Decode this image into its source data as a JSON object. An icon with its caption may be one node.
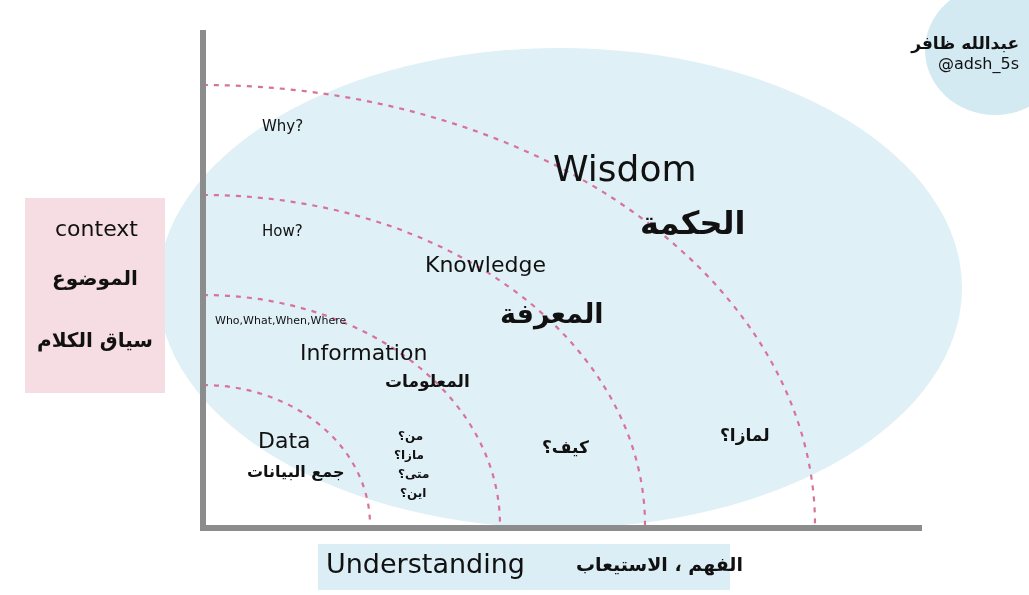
{
  "diagram": {
    "nodes": [
      {
        "text": [
          "context",
          "الموضوع",
          "سياق الكلام"
        ]
      },
      {
        "text": [
          "الفهم ، الاستيعاب",
          "Understanding"
        ]
      },
      {
        "text": [
          "عبدالله ظافر",
          "@adsh_5s"
        ]
      }
    ],
    "labels": [
      "Why?",
      "Wisdom",
      "الحكمة",
      "How?",
      "Knowledge",
      "المعرفة",
      "Who,What,When,Where",
      "Information",
      "المعلومات",
      "Data",
      "جمع البيانات",
      "من؟",
      "مازا؟",
      "متى؟",
      "اين؟",
      "كيف؟",
      "لمازا؟"
    ]
  }
}
